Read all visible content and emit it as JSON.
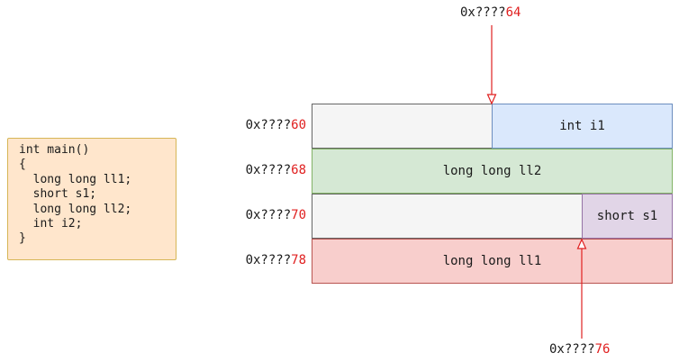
{
  "code": {
    "lines": [
      "int main()",
      "{",
      "  long long ll1;",
      "  short s1;",
      "  long long ll2;",
      "  int i2;",
      "}"
    ]
  },
  "memory": {
    "rows": [
      {
        "addr_prefix": "0x????",
        "addr_suffix": "60",
        "cells": [
          {
            "label": "",
            "fill": "#f5f5f5",
            "border": "#666666"
          },
          {
            "label": "int i1",
            "fill": "#dae8fc",
            "border": "#6c8ebf"
          }
        ]
      },
      {
        "addr_prefix": "0x????",
        "addr_suffix": "68",
        "cells": [
          {
            "label": "long long ll2",
            "fill": "#d5e8d4",
            "border": "#82b366"
          }
        ]
      },
      {
        "addr_prefix": "0x????",
        "addr_suffix": "70",
        "cells": [
          {
            "label": "",
            "fill": "#f5f5f5",
            "border": "#666666"
          },
          {
            "label": "short s1",
            "fill": "#e1d5e7",
            "border": "#9673a6"
          }
        ]
      },
      {
        "addr_prefix": "0x????",
        "addr_suffix": "78",
        "cells": [
          {
            "label": "long long ll1",
            "fill": "#f8cecc",
            "border": "#b85450"
          }
        ]
      }
    ]
  },
  "pointers": {
    "top": {
      "addr_prefix": "0x????",
      "addr_suffix": "64"
    },
    "bottom": {
      "addr_prefix": "0x????",
      "addr_suffix": "76"
    }
  },
  "colors": {
    "arrow": "#e02020",
    "address_suffix": "#e02020",
    "code_fill": "#ffe6cc",
    "code_border": "#d6b656"
  }
}
